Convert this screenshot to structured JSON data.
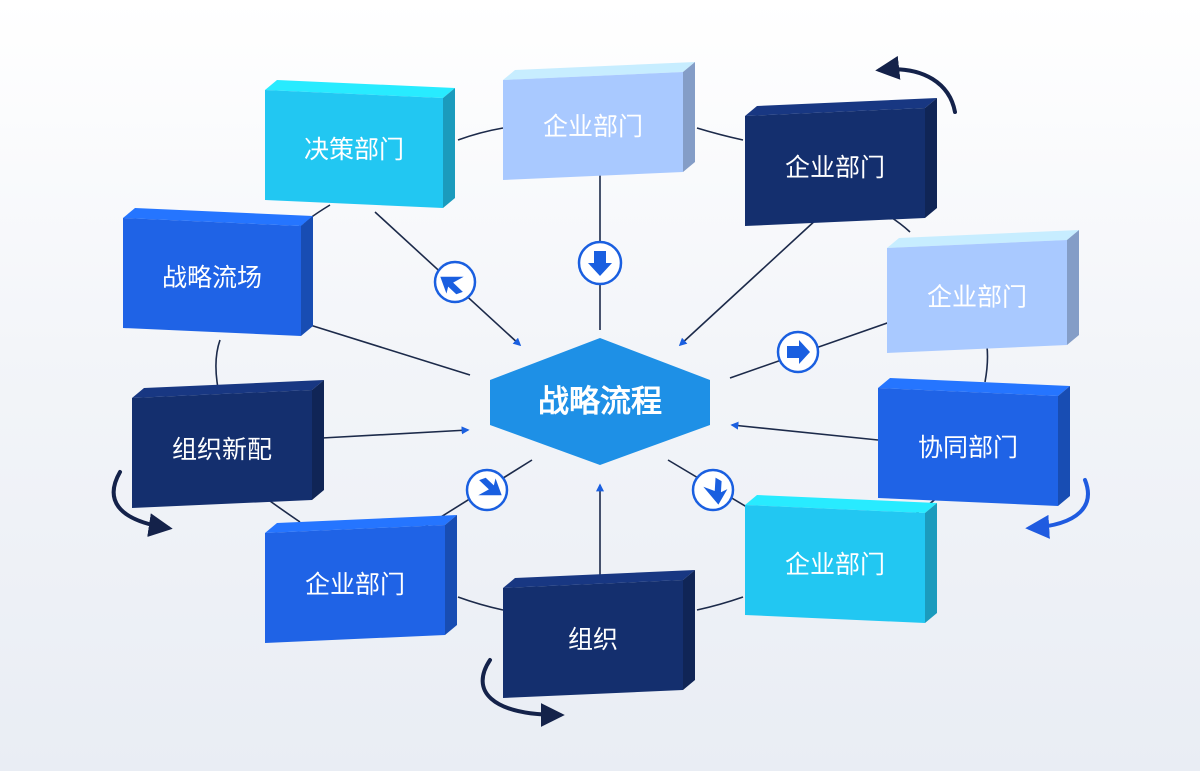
{
  "center": {
    "label": "战略流程"
  },
  "departments": [
    {
      "key": "top",
      "label": "企业部门"
    },
    {
      "key": "top-left",
      "label": "决策部门"
    },
    {
      "key": "top-right",
      "label": "企业部门"
    },
    {
      "key": "left",
      "label": "战略流场"
    },
    {
      "key": "right",
      "label": "企业部门"
    },
    {
      "key": "mid-left",
      "label": "组织新配"
    },
    {
      "key": "mid-right",
      "label": "协同部门"
    },
    {
      "key": "bottom-left",
      "label": "企业部门"
    },
    {
      "key": "bottom",
      "label": "组织"
    },
    {
      "key": "bottom-right",
      "label": "企业部门"
    }
  ],
  "colors": {
    "light_blue": "#a9c9ff",
    "cyan": "#22c7f2",
    "navy": "#142f6e",
    "royal_blue": "#1f63e6",
    "center_fill": "#1e90e6",
    "line": "#1c2a4a",
    "arrow": "#1a5fe0"
  }
}
